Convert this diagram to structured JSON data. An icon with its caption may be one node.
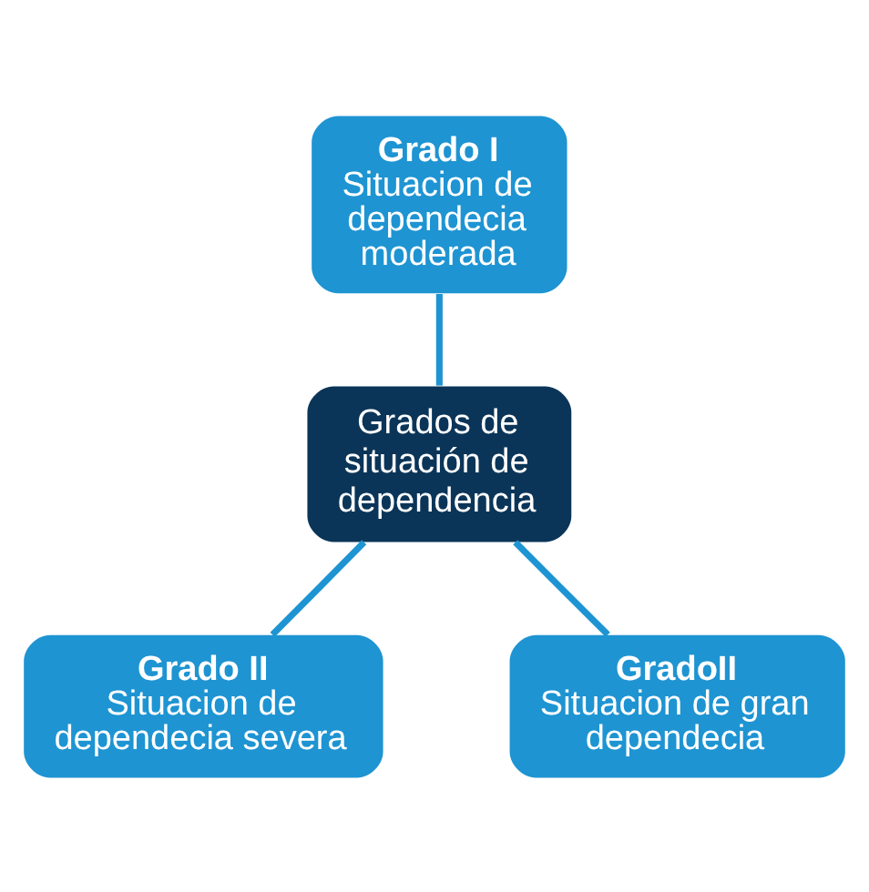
{
  "diagram": {
    "nodes": [
      {
        "text": [
          "Grado I",
          "Situacion de dependecia moderada"
        ]
      },
      {
        "text": [
          "Grados de situación de dependencia"
        ]
      },
      {
        "text": [
          "Grado II",
          "Situacion de dependecia severa"
        ]
      },
      {
        "text": [
          "GradoII",
          "Situacion de gran dependecia"
        ]
      }
    ],
    "edges": [
      {
        "from": 0,
        "to": 1,
        "arrow": "none"
      },
      {
        "from": 1,
        "to": 2,
        "arrow": "none"
      },
      {
        "from": 1,
        "to": 3,
        "arrow": "none"
      }
    ]
  }
}
